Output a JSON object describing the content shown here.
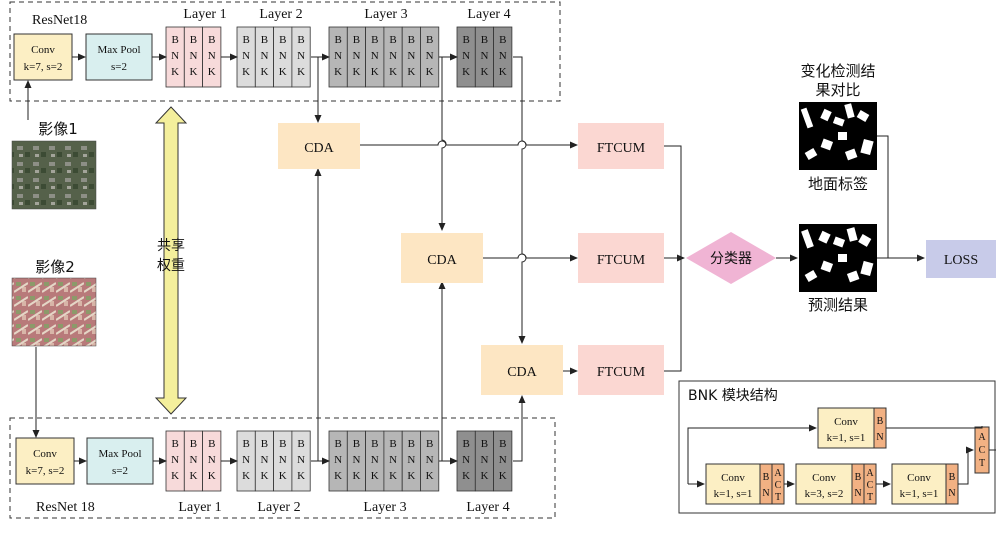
{
  "top_net": {
    "title": "ResNet18",
    "conv": {
      "l1": "Conv",
      "l2": "k=7, s=2"
    },
    "maxpool": {
      "l1": "Max Pool",
      "l2": "s=2"
    },
    "layers": [
      "Layer 1",
      "Layer 2",
      "Layer 3",
      "Layer 4"
    ]
  },
  "bottom_net": {
    "title": "ResNet 18",
    "conv": {
      "l1": "Conv",
      "l2": "k=7, s=2"
    },
    "maxpool": {
      "l1": "Max Pool",
      "l2": "s=2"
    },
    "layers": [
      "Layer 1",
      "Layer 2",
      "Layer 3",
      "Layer 4"
    ]
  },
  "bnk_letters": [
    "B",
    "N",
    "K"
  ],
  "image1_label": "影像1",
  "image2_label": "影像2",
  "shared_weights": [
    "共享",
    "权重"
  ],
  "cda_label": "CDA",
  "ftcum_label": "FTCUM",
  "classifier_label": "分类器",
  "compare_title": [
    "变化检测结",
    "果对比"
  ],
  "ground_truth_label": "地面标签",
  "prediction_label": "预测结果",
  "loss_label": "LOSS",
  "bnk_module": {
    "title": "BNK 模块结构",
    "conv_top": {
      "l1": "Conv",
      "l2": "k=1, s=1"
    },
    "conv_a": {
      "l1": "Conv",
      "l2": "k=1, s=1"
    },
    "conv_b": {
      "l1": "Conv",
      "l2": "k=3, s=2"
    },
    "conv_c": {
      "l1": "Conv",
      "l2": "k=1, s=1"
    },
    "bn": [
      "B",
      "N"
    ],
    "act": [
      "A",
      "C",
      "T"
    ]
  },
  "colors": {
    "conv": "#fcefc4",
    "maxpool": "#d9efef",
    "layer1": "#f7dada",
    "layer2": "#dcdcdc",
    "layer3": "#b6b6b6",
    "layer4": "#8f8f8f",
    "cda": "#fde6c3",
    "ftcum": "#fbd7d2",
    "classifier": "#f0b4d4",
    "loss": "#c8cbe9",
    "bn": "#f2b183",
    "shared": "#f4ef9c"
  }
}
